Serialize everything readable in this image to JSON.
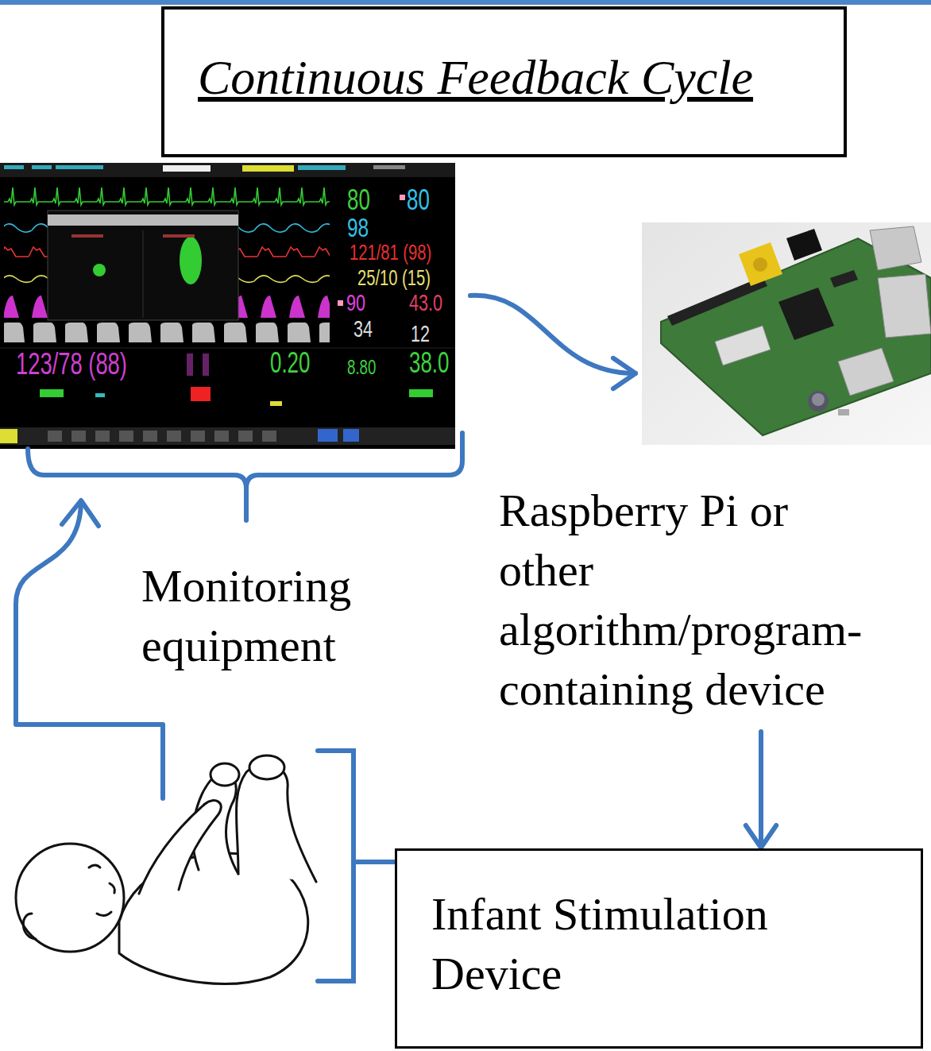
{
  "diagram": {
    "title": "Continuous Feedback Cycle",
    "nodes": [
      {
        "text": [
          "Monitoring equipment"
        ]
      },
      {
        "text": [
          "Raspberry Pi or other algorithm/program-containing device"
        ]
      },
      {
        "text": [
          "Infant Stimulation Device"
        ]
      }
    ],
    "edges": [
      {
        "from": 0,
        "to": 1,
        "arrow": "to"
      },
      {
        "from": 1,
        "to": 2,
        "arrow": "to"
      }
    ],
    "labels": [
      "80",
      "80",
      "98",
      "121/81 (98)",
      "25/10 (15)",
      "90",
      "43.0",
      "34",
      "12",
      "123/78 (88)",
      "0.20",
      "8.80",
      "38.0"
    ]
  }
}
